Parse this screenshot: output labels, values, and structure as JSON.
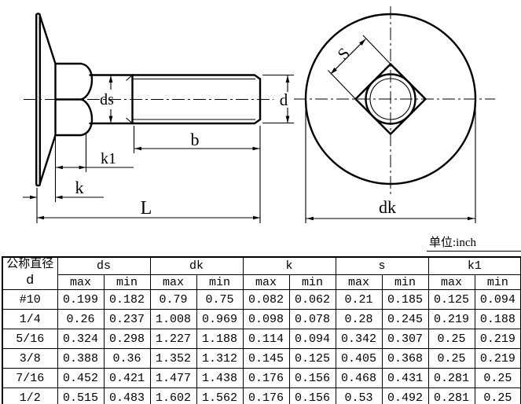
{
  "colors": {
    "ink": "#000000",
    "background": "#ffffff"
  },
  "unit_label": "单位:inch",
  "drawing": {
    "side_view_labels": {
      "ds": "ds",
      "b": "b",
      "k1": "k1",
      "k": "k",
      "L": "L",
      "d": "d"
    },
    "front_view_labels": {
      "S": "S",
      "dk": "dk"
    }
  },
  "table": {
    "corner": {
      "line1": "公称直径",
      "line2": "d"
    },
    "groups": [
      "ds",
      "dk",
      "k",
      "s",
      "k1"
    ],
    "sub_headers": [
      "max",
      "min"
    ],
    "rows": [
      {
        "d": "#10",
        "values": [
          "0.199",
          "0.182",
          "0.79",
          "0.75",
          "0.082",
          "0.062",
          "0.21",
          "0.185",
          "0.125",
          "0.094"
        ]
      },
      {
        "d": "1/4",
        "values": [
          "0.26",
          "0.237",
          "1.008",
          "0.969",
          "0.098",
          "0.078",
          "0.28",
          "0.245",
          "0.219",
          "0.188"
        ]
      },
      {
        "d": "5/16",
        "values": [
          "0.324",
          "0.298",
          "1.227",
          "1.188",
          "0.114",
          "0.094",
          "0.342",
          "0.307",
          "0.25",
          "0.219"
        ]
      },
      {
        "d": "3/8",
        "values": [
          "0.388",
          "0.36",
          "1.352",
          "1.312",
          "0.145",
          "0.125",
          "0.405",
          "0.368",
          "0.25",
          "0.219"
        ]
      },
      {
        "d": "7/16",
        "values": [
          "0.452",
          "0.421",
          "1.477",
          "1.438",
          "0.176",
          "0.156",
          "0.468",
          "0.431",
          "0.281",
          "0.25"
        ]
      },
      {
        "d": "1/2",
        "values": [
          "0.515",
          "0.483",
          "1.602",
          "1.562",
          "0.176",
          "0.156",
          "0.53",
          "0.492",
          "0.281",
          "0.25"
        ]
      }
    ]
  }
}
